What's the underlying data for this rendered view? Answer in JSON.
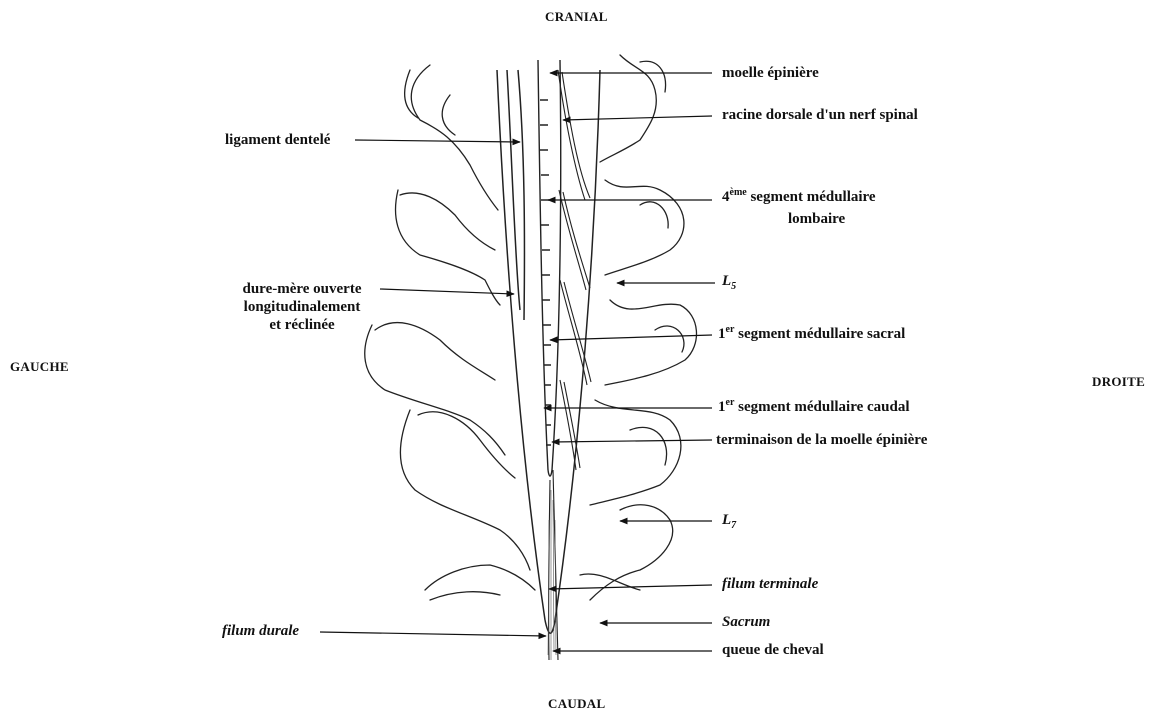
{
  "orientation": {
    "cranial": "CRANIAL",
    "caudal": "CAUDAL",
    "left": "GAUCHE",
    "right": "DROITE"
  },
  "labels": {
    "moelle_epiniere": "moelle épinière",
    "racine_dorsale": "racine dorsale d'un nerf spinal",
    "ligament_dentele": "ligament dentelé",
    "segment_lombaire_num": "4",
    "segment_lombaire_sup": "ème",
    "segment_lombaire_line1": " segment médullaire",
    "segment_lombaire_line2": "lombaire",
    "dure_mere_line1": "dure-mère ouverte",
    "dure_mere_line2": "longitudinalement",
    "dure_mere_line3": "et réclinée",
    "l5_letter": "L",
    "l5_sub": "5",
    "segment_sacral_num": "1",
    "segment_sacral_sup": "er",
    "segment_sacral_text": " segment médullaire sacral",
    "segment_caudal_num": "1",
    "segment_caudal_sup": "er",
    "segment_caudal_text": " segment médullaire caudal",
    "terminaison": "terminaison de la moelle épinière",
    "l7_letter": "L",
    "l7_sub": "7",
    "filum_terminale": "filum terminale",
    "filum_durale": "filum durale",
    "sacrum": "Sacrum",
    "queue_de_cheval": "queue de cheval"
  },
  "colors": {
    "ink": "#111111",
    "background": "#ffffff"
  }
}
